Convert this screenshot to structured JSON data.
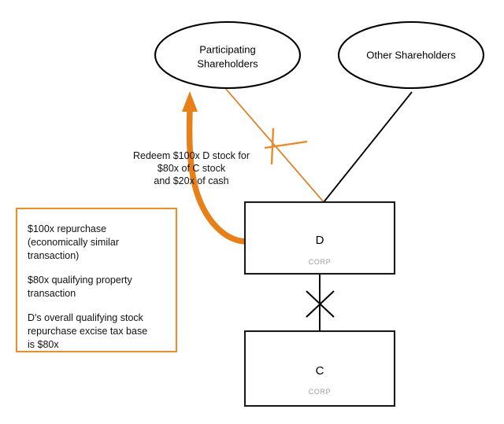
{
  "diagram": {
    "title": "Stock redemption / excise tax base diagram",
    "colors": {
      "orange": "#E8801A",
      "orange_border": "#E8902F",
      "thin_orange": "#E07B20",
      "black": "#000000",
      "corp_gray": "#9A9A9A",
      "background": "#FFFFFF"
    },
    "nodes": {
      "participating_shareholders": {
        "line1": "Participating",
        "line2": "Shareholders",
        "shape": "ellipse"
      },
      "other_shareholders": {
        "line1": "Other Shareholders",
        "shape": "ellipse"
      },
      "d_corp": {
        "title": "D",
        "subtitle": "CORP",
        "shape": "rectangle"
      },
      "c_corp": {
        "title": "C",
        "subtitle": "CORP",
        "shape": "rectangle"
      }
    },
    "annotation": {
      "lines": [
        "Redeem $100x D stock for",
        "$80x of C stock",
        "and $20x of cash"
      ]
    },
    "legend": {
      "paragraphs": [
        [
          "$100x repurchase",
          "(economically similar",
          "transaction)"
        ],
        [
          "$80x qualifying property",
          "transaction"
        ],
        [
          "D's overall qualifying stock",
          "repurchase excise tax base",
          "is $80x"
        ]
      ]
    },
    "connectors": {
      "participating_to_d": {
        "label": "thin orange line crossed out",
        "crossed_out": true,
        "cross_color": "#E88A2A"
      },
      "other_to_d": {
        "label": "black line",
        "crossed_out": false
      },
      "d_to_c": {
        "label": "black vertical line crossed out",
        "crossed_out": true,
        "cross_color": "#000000"
      },
      "d_to_participating": {
        "label": "thick orange curved arrow (redemption)",
        "crossed_out": false
      }
    }
  }
}
